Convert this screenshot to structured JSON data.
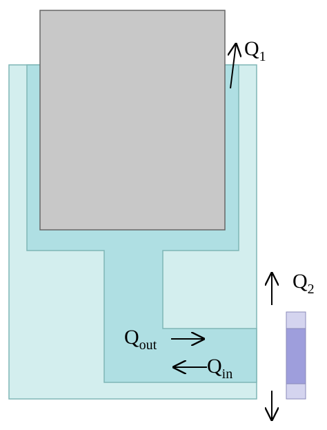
{
  "labels": {
    "q1_main": "Q",
    "q1_sub": "1",
    "q2_main": "Q",
    "q2_sub": "2",
    "qout_main": "Q",
    "qout_sub": "out",
    "qin_main": "Q",
    "qin_sub": "in"
  },
  "colors": {
    "outer_fill": "#d3eeee",
    "inner_fill": "#afdfe3",
    "stroke": "#7fb6b6",
    "piston_fill": "#c8c8c8",
    "piston_stroke": "#666666",
    "bar_light": "#d4d4ef",
    "bar_dark": "#9e9edc",
    "bar_stroke": "#8a8ab8"
  }
}
